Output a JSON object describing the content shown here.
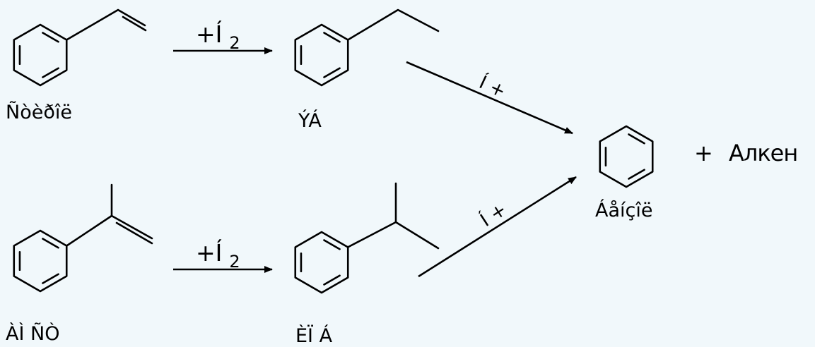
{
  "styrene": {
    "name": "Ñòèðîë"
  },
  "ethylbenzene": {
    "name": "ÝÁ"
  },
  "alphamethylstyrene": {
    "name": "ÀÌ ÑÒ"
  },
  "cumene": {
    "name": "ÈÏ Á"
  },
  "benzene": {
    "name": "Áåíçîë"
  },
  "reagents": {
    "hydrogenation_1": {
      "prefix": "+Í",
      "subscript": "2"
    },
    "hydrogenation_2": {
      "prefix": "+Í",
      "subscript": "2"
    },
    "dealkylation_1": {
      "label": "Í +"
    },
    "dealkylation_2": {
      "label": "Í +"
    }
  },
  "byproduct": {
    "plus": "+",
    "label": "Алкен"
  },
  "colors": {
    "background": "#f1f8fb",
    "ink": "#000000"
  }
}
